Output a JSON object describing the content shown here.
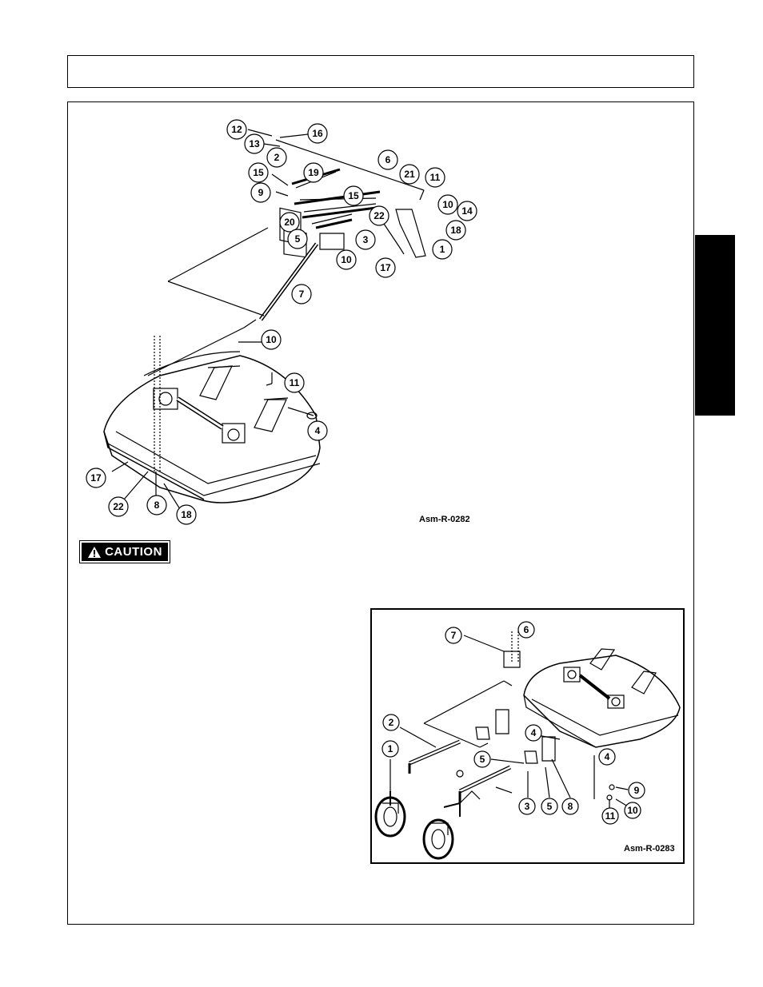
{
  "figures": {
    "top": {
      "ref": "Asm-R-0282",
      "callouts": [
        "12",
        "16",
        "13",
        "2",
        "6",
        "15",
        "19",
        "21",
        "11",
        "9",
        "15",
        "10",
        "14",
        "22",
        "20",
        "5",
        "3",
        "18",
        "1",
        "10",
        "17",
        "7",
        "10",
        "11",
        "4",
        "17",
        "22",
        "8",
        "18"
      ]
    },
    "bottom": {
      "ref": "Asm-R-0283",
      "callouts": [
        "7",
        "6",
        "2",
        "4",
        "1",
        "5",
        "4",
        "9",
        "3",
        "5",
        "8",
        "11",
        "10"
      ]
    }
  },
  "caution": {
    "label": "CAUTION",
    "icon": "warning-triangle-icon"
  }
}
